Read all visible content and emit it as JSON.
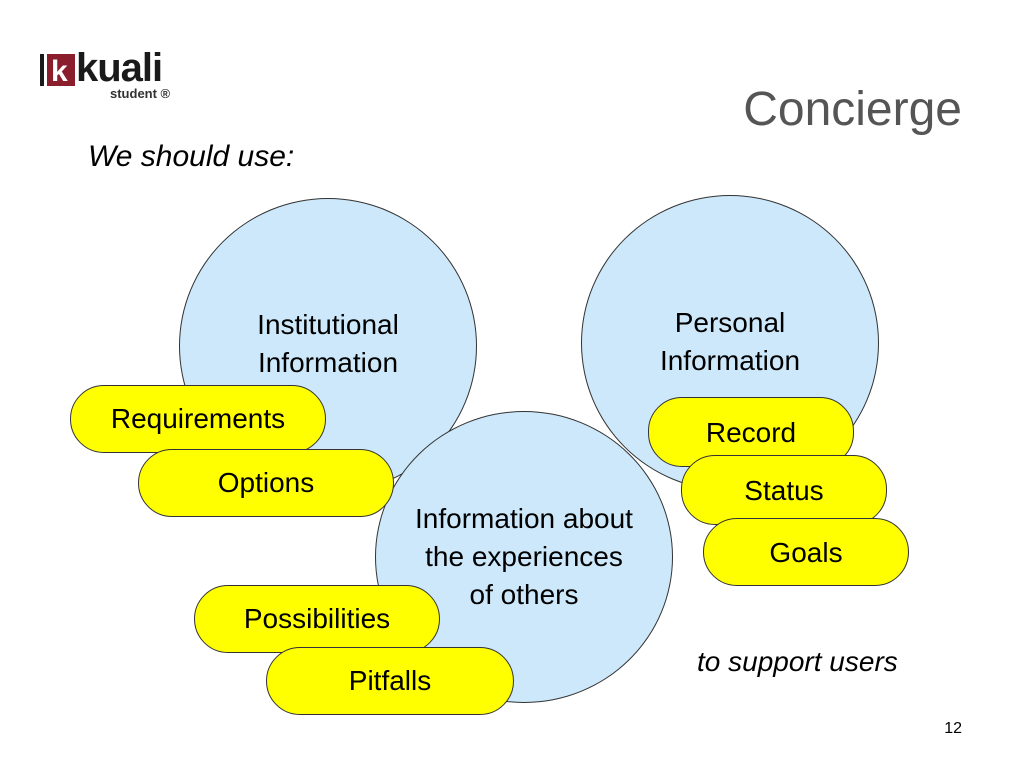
{
  "logo": {
    "brand": "kuali",
    "sub": "student ®"
  },
  "title": "Concierge",
  "intro": "We should use:",
  "circles": {
    "institutional": {
      "line1": "Institutional",
      "line2": "Information"
    },
    "personal": {
      "line1": "Personal",
      "line2": "Information"
    },
    "others": {
      "line1": "Information about",
      "line2": "the experiences",
      "line3": "of others"
    }
  },
  "pills": {
    "requirements": "Requirements",
    "options": "Options",
    "possibilities": "Possibilities",
    "pitfalls": "Pitfalls",
    "record": "Record",
    "status": "Status",
    "goals": "Goals"
  },
  "footer": "to support users",
  "page_number": "12",
  "colors": {
    "circle_fill": "#cce8fa",
    "pill_fill": "#ffff00",
    "title": "#555555",
    "logo_accent": "#8b1e2d"
  }
}
